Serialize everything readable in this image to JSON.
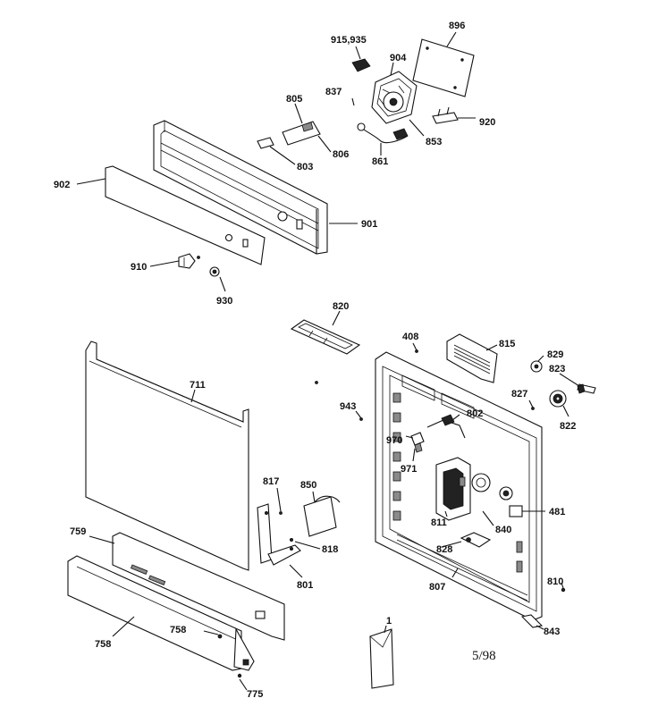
{
  "diagram": {
    "date_code": "5/98",
    "labels": {
      "l896": "896",
      "l915": "915,935",
      "l904": "904",
      "l805": "805",
      "l837": "837",
      "l920": "920",
      "l853": "853",
      "l806": "806",
      "l861": "861",
      "l803": "803",
      "l902": "902",
      "l901": "901",
      "l910": "910",
      "l930": "930",
      "l820": "820",
      "l408": "408",
      "l815": "815",
      "l829": "829",
      "l823": "823",
      "l827": "827",
      "l822": "822",
      "l711": "711",
      "l943": "943",
      "l802": "802",
      "l970": "970",
      "l971": "971",
      "l817": "817",
      "l850": "850",
      "l811": "811",
      "l481": "481",
      "l759": "759",
      "l818": "818",
      "l840": "840",
      "l828": "828",
      "l801": "801",
      "l807": "807",
      "l810": "810",
      "l758a": "758",
      "l758b": "758",
      "l843": "843",
      "l1": "1",
      "l775": "775"
    }
  }
}
